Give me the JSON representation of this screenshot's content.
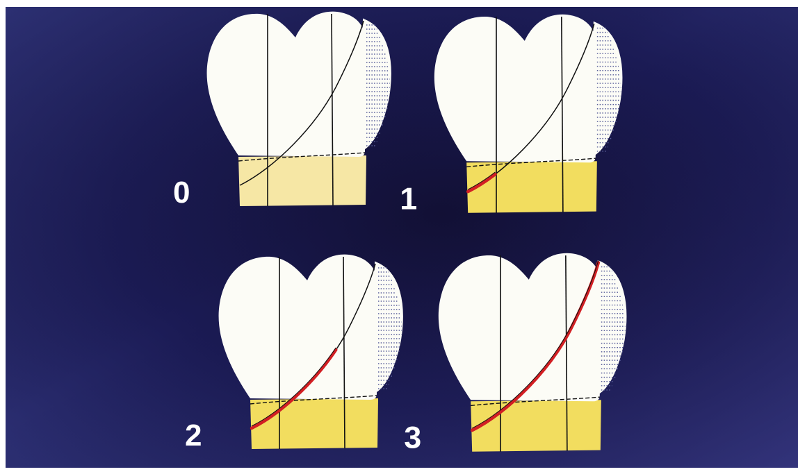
{
  "figure": {
    "background": "#1a1a4f",
    "panels": [
      {
        "label": "0",
        "fissure_extent": 0
      },
      {
        "label": "1",
        "fissure_extent": 0.15
      },
      {
        "label": "2",
        "fissure_extent": 0.55
      },
      {
        "label": "3",
        "fissure_extent": 1.0
      }
    ],
    "colors": {
      "crown": "#fcfcf6",
      "root_panel_0": "#f6e7a5",
      "root": "#f2dd5f",
      "fissure": "#d21f23",
      "outline": "#111111",
      "label": "#ffffff"
    }
  }
}
